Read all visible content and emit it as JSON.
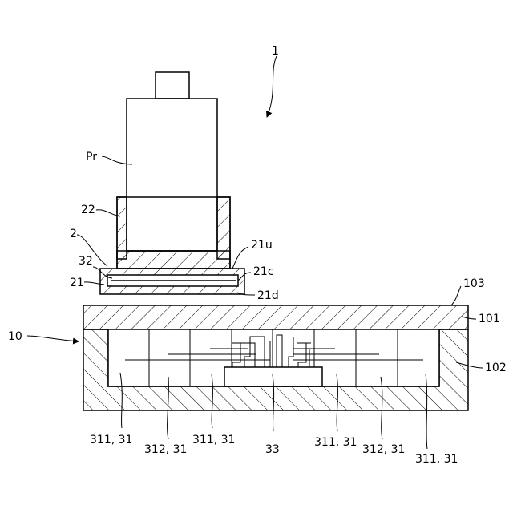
{
  "labels": {
    "device": "1",
    "probe": "Pr",
    "holder": "22",
    "tool": "2",
    "plate": "21",
    "plate_upper": "21u",
    "plate_cavity": "21c",
    "plate_lower": "21d",
    "sheet": "32",
    "assembly": "10",
    "top_surface": "103",
    "cover": "101",
    "case": "102",
    "cells": [
      "311, 31",
      "312, 31",
      "311, 31",
      "311, 31",
      "312, 31",
      "311, 31"
    ],
    "chip": "33"
  }
}
